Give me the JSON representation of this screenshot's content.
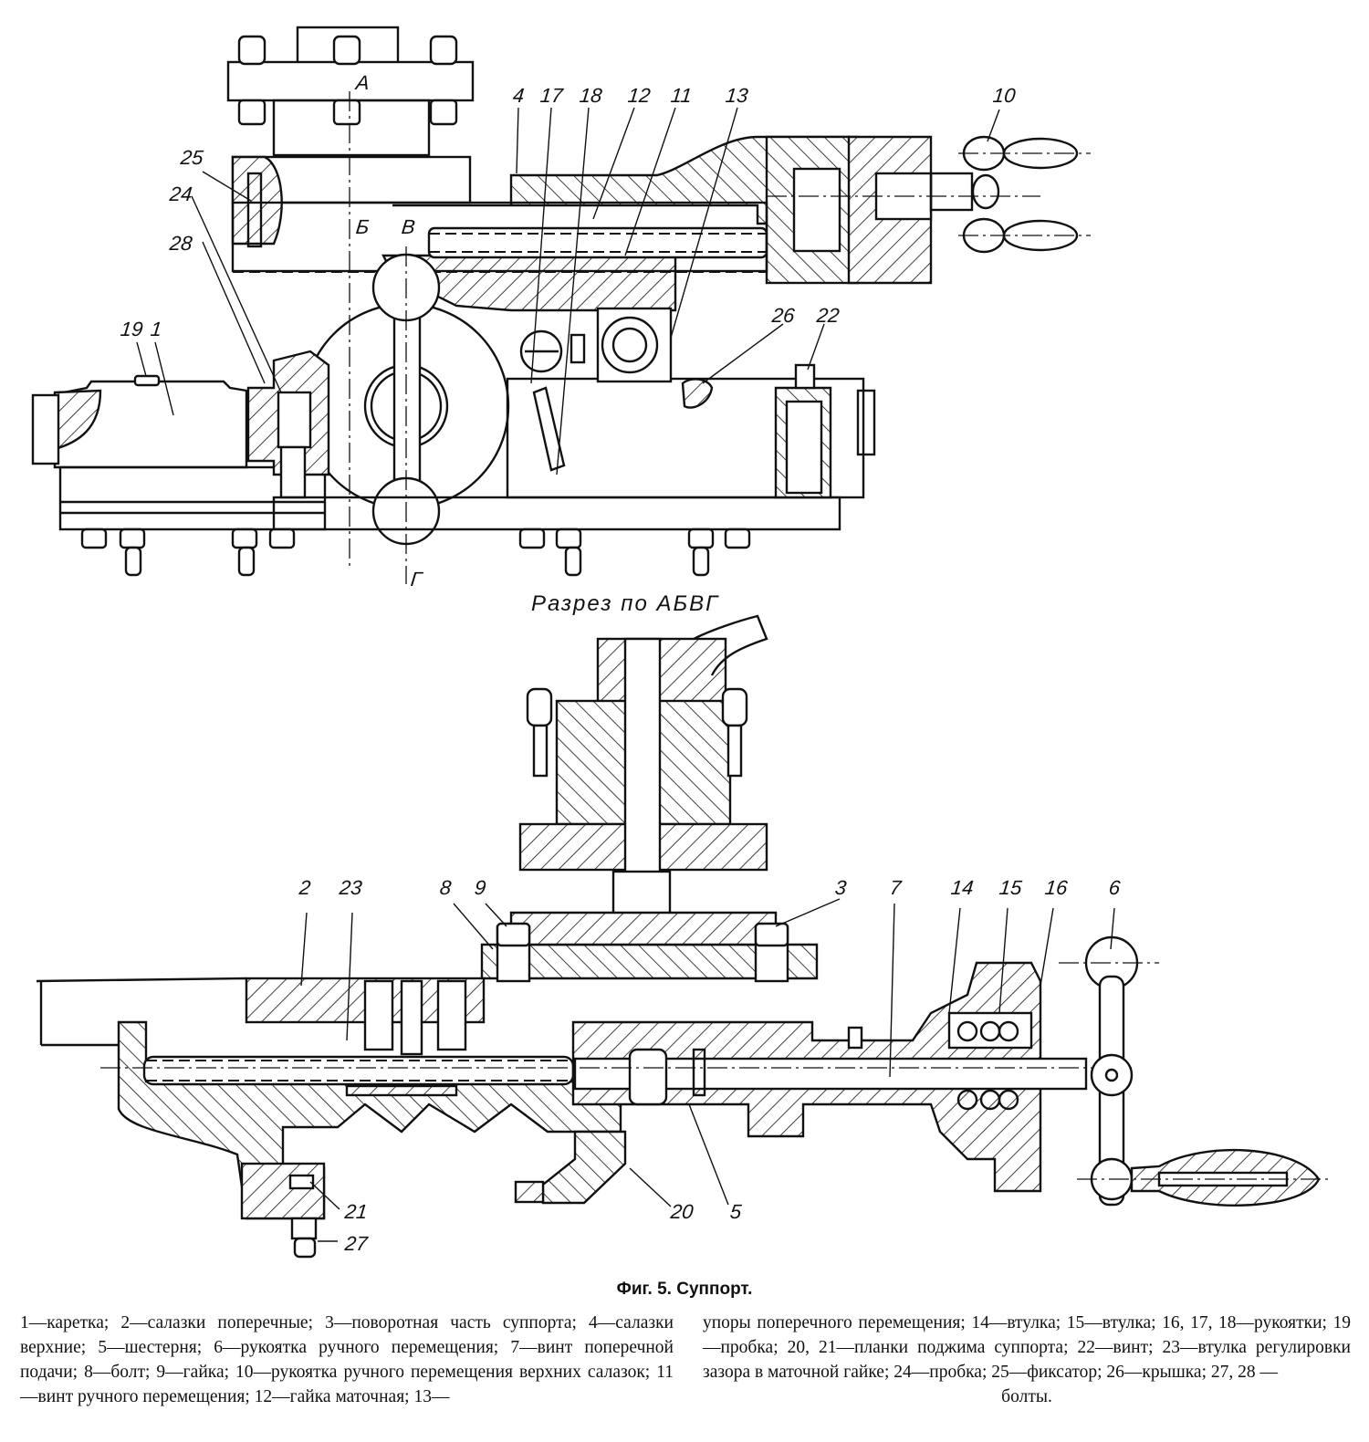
{
  "figure": {
    "top_view_labels": {
      "section_a": "А",
      "section_b": "Б",
      "section_v": "В",
      "section_g": "Г",
      "callouts": [
        "4",
        "17",
        "18",
        "12",
        "11",
        "13",
        "10",
        "25",
        "24",
        "28",
        "19",
        "1",
        "26",
        "22"
      ]
    },
    "section_title": "Разрез по АБВГ",
    "section_view_labels": {
      "callouts": [
        "2",
        "23",
        "8",
        "9",
        "3",
        "7",
        "14",
        "15",
        "16",
        "6",
        "21",
        "27",
        "20",
        "5"
      ]
    }
  },
  "caption": {
    "title": "Фиг. 5. Суппорт.",
    "legend_col1": "1—каретка; 2—салазки поперечные; 3—поворотная часть суппорта; 4—салазки верхние; 5—шестерня; 6—рукоятка ручного перемещения; 7—винт поперечной подачи; 8—болт; 9—гайка; 10—рукоятка ручного перемещения верхних салазок; 11—винт ручного перемещения; 12—гайка маточная; 13—",
    "legend_col2": "упоры поперечного перемещения; 14—втулка; 15—втулка; 16, 17, 18—рукоятки; 19—пробка; 20, 21—планки поджима суппорта; 22—винт; 23—втулка регулировки зазора в маточной гайке; 24—пробка; 25—фиксатор; 26—крышка; 27, 28 —",
    "legend_col2_last": "болты."
  },
  "legend_items": [
    {
      "num": "1",
      "name": "каретка"
    },
    {
      "num": "2",
      "name": "салазки поперечные"
    },
    {
      "num": "3",
      "name": "поворотная часть суппорта"
    },
    {
      "num": "4",
      "name": "салазки верхние"
    },
    {
      "num": "5",
      "name": "шестерня"
    },
    {
      "num": "6",
      "name": "рукоятка ручного перемещения"
    },
    {
      "num": "7",
      "name": "винт поперечной подачи"
    },
    {
      "num": "8",
      "name": "болт"
    },
    {
      "num": "9",
      "name": "гайка"
    },
    {
      "num": "10",
      "name": "рукоятка ручного перемещения верхних салазок"
    },
    {
      "num": "11",
      "name": "винт ручного перемещения"
    },
    {
      "num": "12",
      "name": "гайка маточная"
    },
    {
      "num": "13",
      "name": "упоры поперечного перемещения"
    },
    {
      "num": "14",
      "name": "втулка"
    },
    {
      "num": "15",
      "name": "втулка"
    },
    {
      "num": "16, 17, 18",
      "name": "рукоятки"
    },
    {
      "num": "19",
      "name": "пробка"
    },
    {
      "num": "20, 21",
      "name": "планки поджима суппорта"
    },
    {
      "num": "22",
      "name": "винт"
    },
    {
      "num": "23",
      "name": "втулка регулировки зазора в маточной гайке"
    },
    {
      "num": "24",
      "name": "пробка"
    },
    {
      "num": "25",
      "name": "фиксатор"
    },
    {
      "num": "26",
      "name": "крышка"
    },
    {
      "num": "27, 28",
      "name": "болты"
    }
  ]
}
